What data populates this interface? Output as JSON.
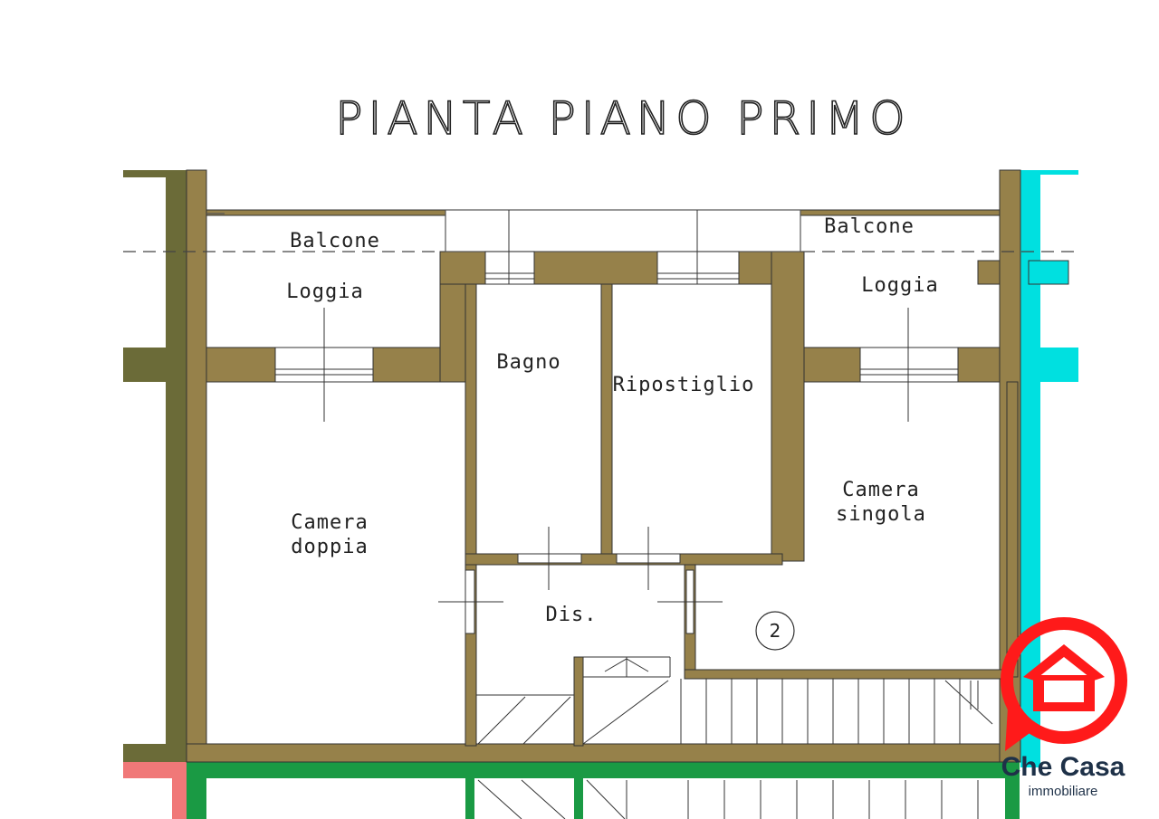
{
  "title": "PIANTA PIANO PRIMO",
  "rooms": {
    "balcone_left": "Balcone",
    "balcone_right": "Balcone",
    "loggia_left": "Loggia",
    "loggia_right": "Loggia",
    "bagno": "Bagno",
    "ripostiglio": "Ripostiglio",
    "camera_doppia_1": "Camera",
    "camera_doppia_2": "doppia",
    "camera_singola_1": "Camera",
    "camera_singola_2": "singola",
    "dis": "Dis."
  },
  "unit_number": "2",
  "logo": {
    "name": "Che Casa",
    "subtitle": "immobiliare",
    "color_ring": "#ff1a1a",
    "color_text": "#1e3148"
  },
  "colors": {
    "wall": "#96814a",
    "wall_dark": "#6b6b38",
    "neighbor_cyan": "#00e0e0",
    "neighbor_green": "#1a9a44",
    "neighbor_red": "#f07878"
  }
}
